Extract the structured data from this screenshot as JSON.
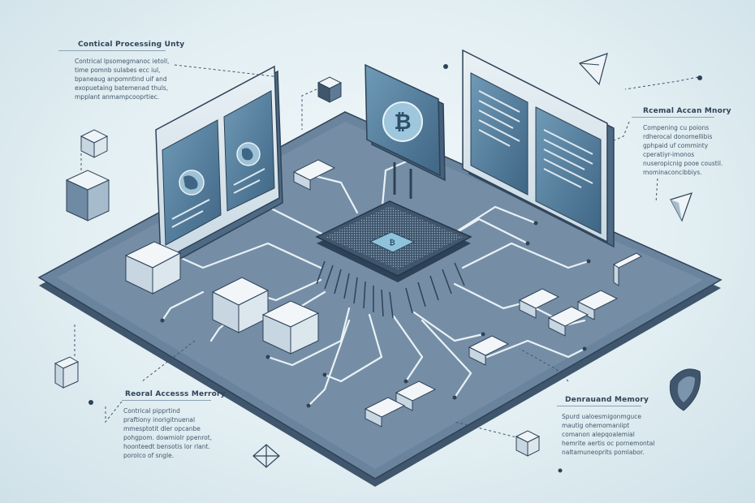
{
  "callouts": [
    {
      "id": "cpu",
      "title": "Contical Processing Unty",
      "lines": [
        "Contrical lpsomegmanoc ietoll,",
        "time pomnb sulabes ecc iul,",
        "bpaneaug anpomntind uif and",
        "exopuetaing batemenad thuls,",
        "mpplant anmampcooprtiec."
      ]
    },
    {
      "id": "ram_right",
      "title": "Rcemal Accan Mnory",
      "lines": [
        "Compening cu poions",
        "rdherocal donomellibis",
        "gphpaid uf comminty",
        "cperatiyr-imonos",
        "nuseropicnig pooe coustil.",
        "mominaconcibbiys."
      ]
    },
    {
      "id": "ram_left",
      "title": "Reoral Accesss Merrory",
      "lines": [
        "Contrical pipprtind",
        "praftiony inorigitnuenal",
        "mmesptotit dler opcanbe",
        "pohgpom. dowmiolr ppenrot,",
        "hoonteedt bensotis lor rlant.",
        "porolco of sngle."
      ]
    },
    {
      "id": "storage",
      "title": "Denrauand Memory",
      "lines": [
        "Spurd ualoesmigonmguce",
        "mautig ohemomaniipt",
        "comanon alepqoalemial",
        "hemrite aertis oc pornemontal",
        "naltamuneoprits pomlabor."
      ]
    }
  ],
  "colors": {
    "board": "#5f7a94",
    "board_edge": "#3f566d",
    "board_top": "#7c93aa",
    "trace": "#e8f0f4",
    "chip": "#3b4e63",
    "accent": "#7fb4cf",
    "screen": "#5a87a6",
    "outline": "#2e4257"
  },
  "icons": [
    "cpu-chip-icon",
    "bitcoin-icon",
    "globe-icon",
    "cube-icon",
    "triangle-icon",
    "shield-icon",
    "memory-module-icon"
  ]
}
